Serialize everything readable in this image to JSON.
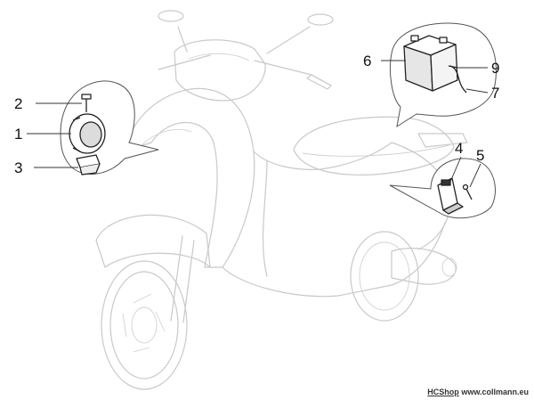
{
  "callouts": [
    {
      "id": "2",
      "label": "2"
    },
    {
      "id": "1",
      "label": "1"
    },
    {
      "id": "3",
      "label": "3"
    },
    {
      "id": "6",
      "label": "6"
    },
    {
      "id": "9",
      "label": "9"
    },
    {
      "id": "7",
      "label": "7"
    },
    {
      "id": "4",
      "label": "4"
    },
    {
      "id": "5",
      "label": "5"
    }
  ],
  "watermark": {
    "shop": "HCShop",
    "site": "www.collmann.eu"
  },
  "colors": {
    "scooter_outline": "#c9c9c9",
    "part_outline": "#222222",
    "label": "#111111"
  }
}
